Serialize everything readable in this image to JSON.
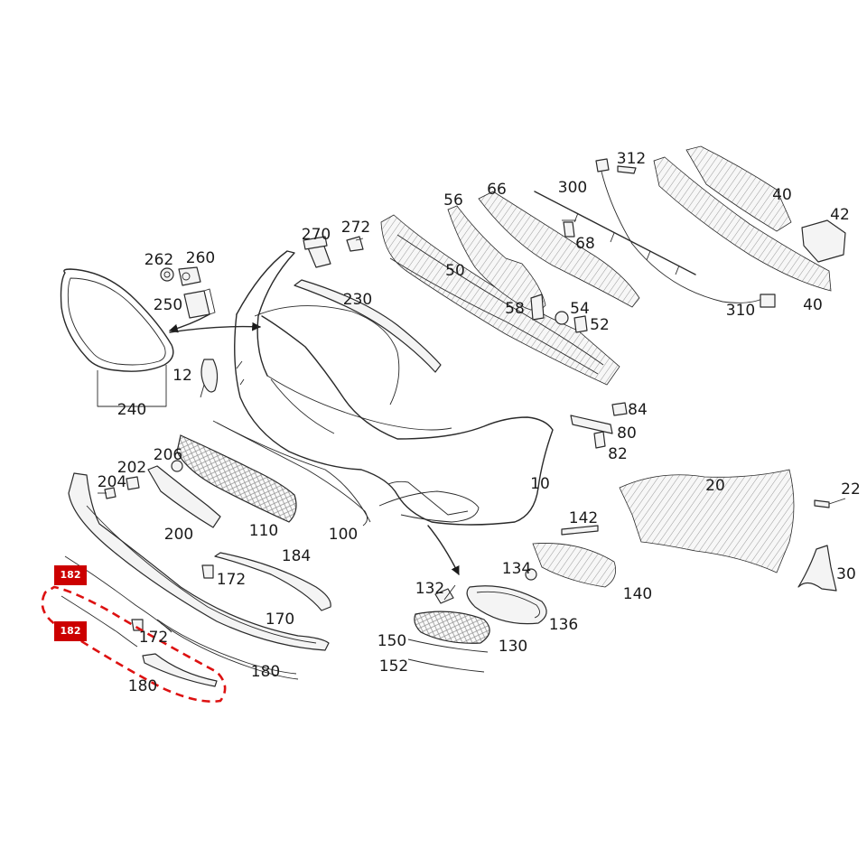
{
  "callouts": [
    {
      "id": "c312",
      "text": "312"
    },
    {
      "id": "c300",
      "text": "300"
    },
    {
      "id": "c40a",
      "text": "40"
    },
    {
      "id": "c42",
      "text": "42"
    },
    {
      "id": "c56",
      "text": "56"
    },
    {
      "id": "c66",
      "text": "66"
    },
    {
      "id": "c68",
      "text": "68"
    },
    {
      "id": "c270",
      "text": "270"
    },
    {
      "id": "c272",
      "text": "272"
    },
    {
      "id": "c262",
      "text": "262"
    },
    {
      "id": "c260",
      "text": "260"
    },
    {
      "id": "c50",
      "text": "50"
    },
    {
      "id": "c40b",
      "text": "40"
    },
    {
      "id": "c310",
      "text": "310"
    },
    {
      "id": "c250",
      "text": "250"
    },
    {
      "id": "c230",
      "text": "230"
    },
    {
      "id": "c58",
      "text": "58"
    },
    {
      "id": "c54",
      "text": "54"
    },
    {
      "id": "c52",
      "text": "52"
    },
    {
      "id": "c12",
      "text": "12"
    },
    {
      "id": "c240",
      "text": "240"
    },
    {
      "id": "c84",
      "text": "84"
    },
    {
      "id": "c80",
      "text": "80"
    },
    {
      "id": "c82",
      "text": "82"
    },
    {
      "id": "c206",
      "text": "206"
    },
    {
      "id": "c202",
      "text": "202"
    },
    {
      "id": "c204",
      "text": "204"
    },
    {
      "id": "c10",
      "text": "10"
    },
    {
      "id": "c20",
      "text": "20"
    },
    {
      "id": "c22",
      "text": "22"
    },
    {
      "id": "c200",
      "text": "200"
    },
    {
      "id": "c110",
      "text": "110"
    },
    {
      "id": "c100",
      "text": "100"
    },
    {
      "id": "c142",
      "text": "142"
    },
    {
      "id": "c184",
      "text": "184"
    },
    {
      "id": "c172a",
      "text": "172"
    },
    {
      "id": "c134",
      "text": "134"
    },
    {
      "id": "c30",
      "text": "30"
    },
    {
      "id": "c140",
      "text": "140"
    },
    {
      "id": "c132",
      "text": "132"
    },
    {
      "id": "c170",
      "text": "170"
    },
    {
      "id": "c136",
      "text": "136"
    },
    {
      "id": "c172b",
      "text": "172"
    },
    {
      "id": "c130",
      "text": "130"
    },
    {
      "id": "c150",
      "text": "150"
    },
    {
      "id": "c180a",
      "text": "180"
    },
    {
      "id": "c152",
      "text": "152"
    },
    {
      "id": "c180b",
      "text": "180"
    }
  ],
  "tags": [
    {
      "id": "t182a",
      "text": "182"
    },
    {
      "id": "t182b",
      "text": "182"
    }
  ],
  "colors": {
    "tag_bg": "#cc0000",
    "highlight_dash": "#dd1111",
    "line": "#2a2a2a"
  }
}
